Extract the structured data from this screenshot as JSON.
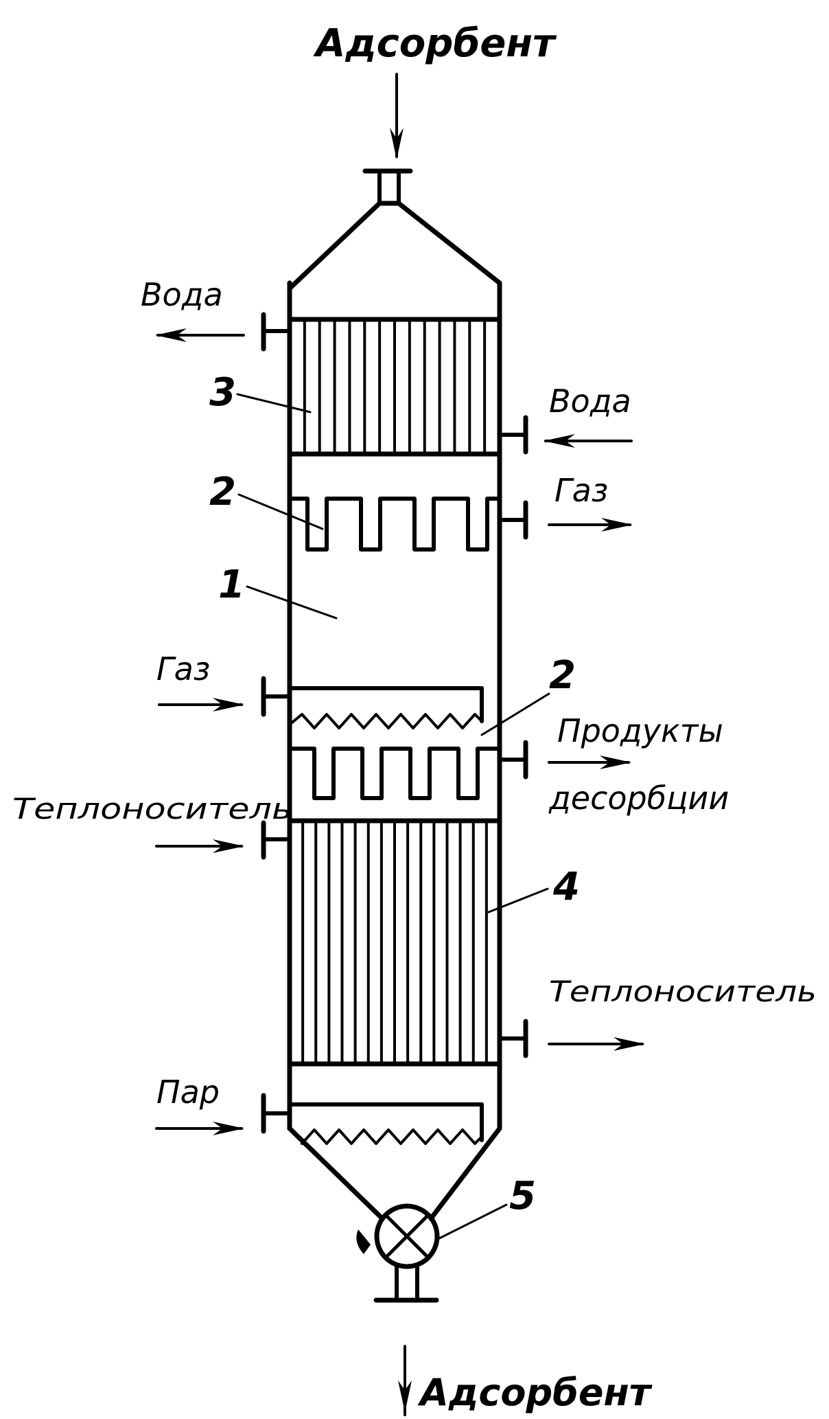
{
  "labels": {
    "adsorbent_in": "Адсорбент",
    "adsorbent_out": "Адсорбент",
    "water_out": "Вода",
    "water_in": "Вода",
    "gas_out": "Газ",
    "gas_in": "Газ",
    "products_line1": "Продукты",
    "products_line2": "десорбции",
    "coolant_in": "Теплоноситель",
    "coolant_out": "Теплоноситель",
    "steam_in": "Пар"
  },
  "callouts": {
    "n1": "1",
    "n2_upper": "2",
    "n2_lower": "2",
    "n3": "3",
    "n4": "4",
    "n5": "5"
  }
}
